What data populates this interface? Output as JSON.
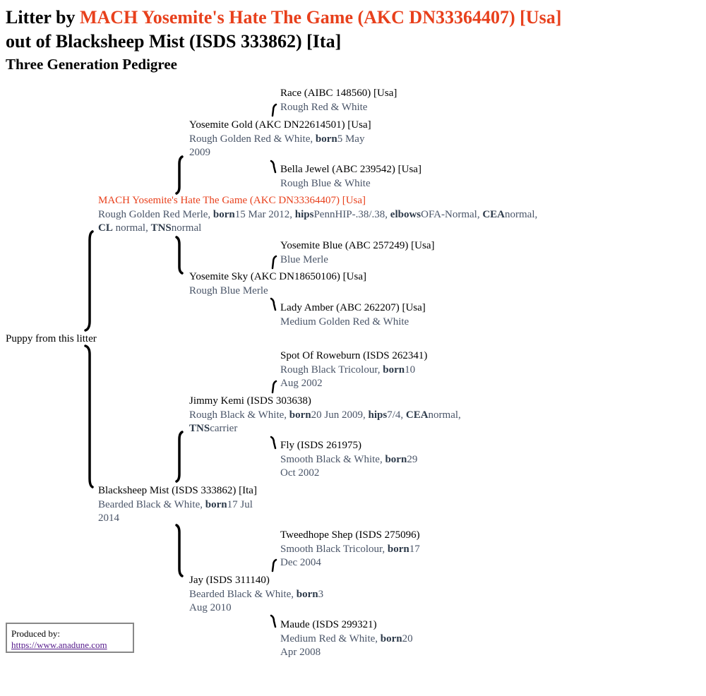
{
  "header": {
    "line1_prefix": "Litter by ",
    "sire_full": "MACH Yosemite's Hate The Game (AKC DN33364407) [Usa]",
    "line2": "out of Blacksheep Mist (ISDS 333862) [Ita]",
    "subtitle": "Three Generation Pedigree"
  },
  "puppy_label": "Puppy from this litter",
  "sire": {
    "name": "MACH Yosemite's Hate The Game (AKC DN33364407) [Usa]",
    "info_line1_a": "Rough Golden Red Merle, ",
    "born_label": "born",
    "born": "15 Mar 2012, ",
    "hips_label": "hips",
    "hips": "PennHIP-.38/.38, ",
    "elbows_label": "elbows",
    "elbows": "OFA-Normal, ",
    "cea_label": "CEA",
    "cea": "normal, ",
    "cl_label": "CL",
    "info_line2_a": " normal, ",
    "tns_label": "TNS",
    "tns": "normal"
  },
  "sire_sire": {
    "name": "Yosemite Gold (AKC DN22614501) [Usa]",
    "info": "Rough Golden Red & White, ",
    "born_label": "born",
    "born": "5 May 2009"
  },
  "sire_sire_sire": {
    "name": "Race (AIBC 148560) [Usa]",
    "info": "Rough Red & White"
  },
  "sire_sire_dam": {
    "name": "Bella Jewel (ABC 239542) [Usa]",
    "info": "Rough Blue & White"
  },
  "sire_dam": {
    "name": "Yosemite Sky (AKC DN18650106) [Usa]",
    "info": "Rough Blue Merle"
  },
  "sire_dam_sire": {
    "name": "Yosemite Blue (ABC 257249) [Usa]",
    "info": "Blue Merle"
  },
  "sire_dam_dam": {
    "name": "Lady Amber (ABC 262207) [Usa]",
    "info": "Medium Golden Red & White"
  },
  "dam": {
    "name": "Blacksheep Mist (ISDS 333862) [Ita]",
    "info": "Bearded Black & White, ",
    "born_label": "born",
    "born": "17 Jul 2014"
  },
  "dam_sire": {
    "name": "Jimmy Kemi (ISDS 303638)",
    "info": "Rough Black & White, ",
    "born_label": "born",
    "born": "20 Jun 2009, ",
    "hips_label": "hips",
    "hips": "7/4, ",
    "cea_label": "CEA",
    "cea": "normal, ",
    "tns_label": "TNS",
    "tns": "carrier"
  },
  "dam_sire_sire": {
    "name": "Spot Of Roweburn (ISDS 262341)",
    "info": "Rough Black Tricolour, ",
    "born_label": "born",
    "born": "10 Aug 2002"
  },
  "dam_sire_dam": {
    "name": "Fly (ISDS 261975)",
    "info": "Smooth Black & White, ",
    "born_label": "born",
    "born": "29 Oct 2002"
  },
  "dam_dam": {
    "name": "Jay (ISDS 311140)",
    "info": "Bearded Black & White, ",
    "born_label": "born",
    "born": "3 Aug 2010"
  },
  "dam_dam_sire": {
    "name": "Tweedhope Shep (ISDS 275096)",
    "info": "Smooth Black Tricolour, ",
    "born_label": "born",
    "born": "17 Dec 2004"
  },
  "dam_dam_dam": {
    "name": "Maude (ISDS 299321)",
    "info": "Medium Red & White, ",
    "born_label": "born",
    "born": "20 Apr 2008"
  },
  "footer": {
    "produced_by": "Produced by:",
    "link": "https://www.anadune.com"
  },
  "colors": {
    "sire_name": "#e8401c",
    "info_text": "#4a5568"
  }
}
